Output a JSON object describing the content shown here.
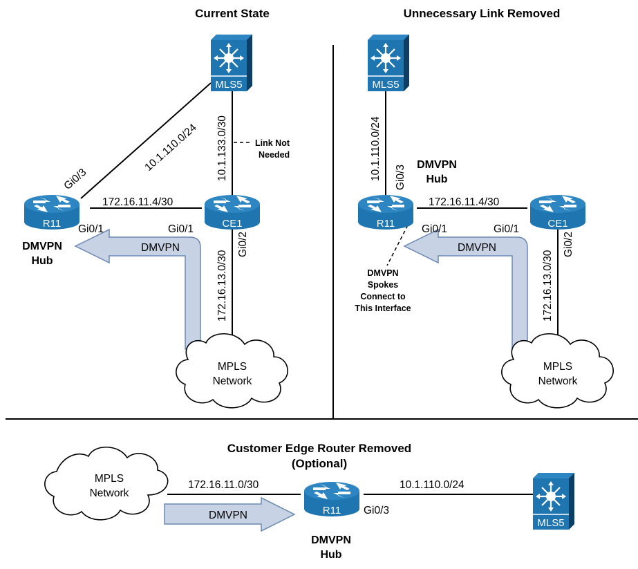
{
  "colors": {
    "device_blue": "#1e75b0",
    "device_dark": "#0f4c7b",
    "arrow_fill": "#c7d3e5",
    "arrow_stroke": "#6a87b4",
    "cloud_fill": "#ffffff"
  },
  "panels": {
    "current": {
      "title": "Current State",
      "mls_label": "MLS5",
      "r11_label": "R11",
      "ce1_label": "CE1",
      "subnet_mls_r11": "10.1.110.0/24",
      "subnet_mls_ce1": "10.1.133.0/30",
      "subnet_r11_ce1": "172.16.11.4/30",
      "subnet_ce1_mpls": "172.16.13.0/30",
      "if_r11_gi03": "Gi0/3",
      "if_r11_gi01": "Gi0/1",
      "if_ce1_gi01": "Gi0/1",
      "if_ce1_gi02": "Gi0/2",
      "note_line1": "Link Not",
      "note_line2": "Needed",
      "hub_line1": "DMVPN",
      "hub_line2": "Hub",
      "tunnel_label": "DMVPN",
      "cloud_line1": "MPLS",
      "cloud_line2": "Network"
    },
    "removed": {
      "title": "Unnecessary Link Removed",
      "mls_label": "MLS5",
      "r11_label": "R11",
      "ce1_label": "CE1",
      "subnet_mls_r11": "10.1.110.0/24",
      "subnet_r11_ce1": "172.16.11.4/30",
      "subnet_ce1_mpls": "172.16.13.0/30",
      "if_r11_gi03": "Gi0/3",
      "if_r11_gi01": "Gi0/1",
      "if_ce1_gi01": "Gi0/1",
      "if_ce1_gi02": "Gi0/2",
      "hub_line1": "DMVPN",
      "hub_line2": "Hub",
      "spokes_line1": "DMVPN",
      "spokes_line2": "Spokes",
      "spokes_line3": "Connect to",
      "spokes_line4": "This Interface",
      "tunnel_label": "DMVPN",
      "cloud_line1": "MPLS",
      "cloud_line2": "Network"
    },
    "optional": {
      "title_line1": "Customer Edge Router Removed",
      "title_line2": "(Optional)",
      "cloud_line1": "MPLS",
      "cloud_line2": "Network",
      "subnet_mpls_r11": "172.16.11.0/30",
      "subnet_r11_mls": "10.1.110.0/24",
      "if_r11_gi03": "Gi0/3",
      "r11_label": "R11",
      "mls_label": "MLS5",
      "tunnel_label": "DMVPN",
      "hub_line1": "DMVPN",
      "hub_line2": "Hub"
    }
  }
}
